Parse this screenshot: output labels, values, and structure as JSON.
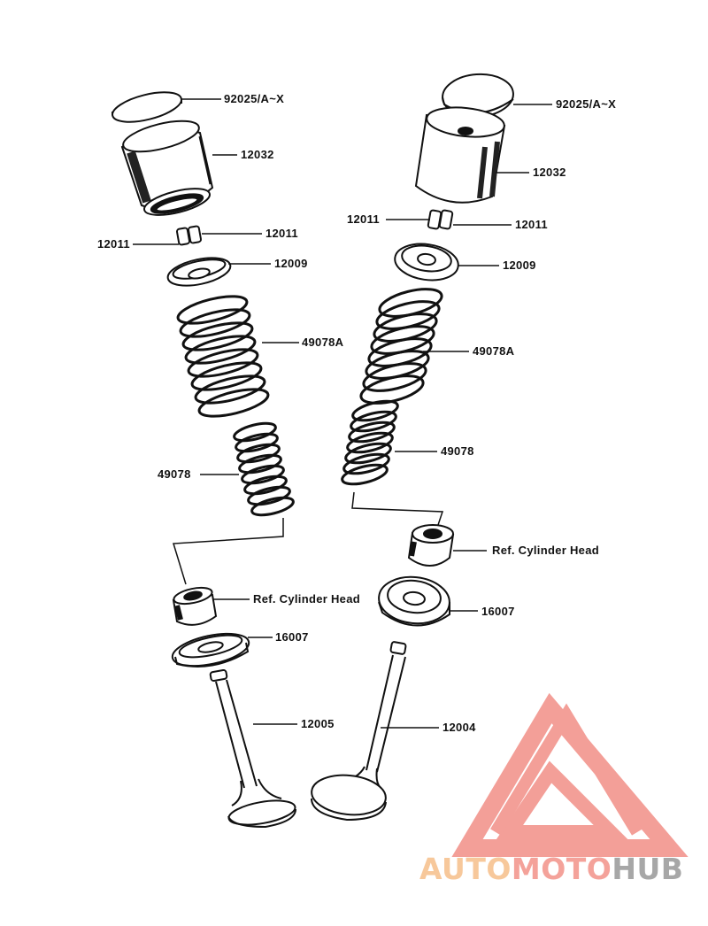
{
  "diagram": {
    "labels": {
      "l_shim": "92025/A~X",
      "l_lifter": "12032",
      "l_keeper_r": "12011",
      "l_keeper_l": "12011",
      "l_retainer": "12009",
      "l_outer_spring": "49078A",
      "l_inner_spring": "49078",
      "l_guide": "Ref.  Cylinder Head",
      "l_seal": "16007",
      "l_valve": "12005",
      "r_shim": "92025/A~X",
      "r_lifter": "12032",
      "r_keeper_l": "12011",
      "r_keeper_r": "12011",
      "r_retainer": "12009",
      "r_outer_spring": "49078A",
      "r_inner_spring": "49078",
      "r_guide": "Ref.  Cylinder Head",
      "r_seal": "16007",
      "r_valve": "12004"
    }
  },
  "watermark": {
    "part1": "AUTO",
    "part2": "MOTO",
    "part3": "HUB",
    "colors": {
      "auto": "#f7c89b",
      "moto": "#f4a29a",
      "hub": "#a7a7a7",
      "triangle": "#f39a93"
    }
  }
}
